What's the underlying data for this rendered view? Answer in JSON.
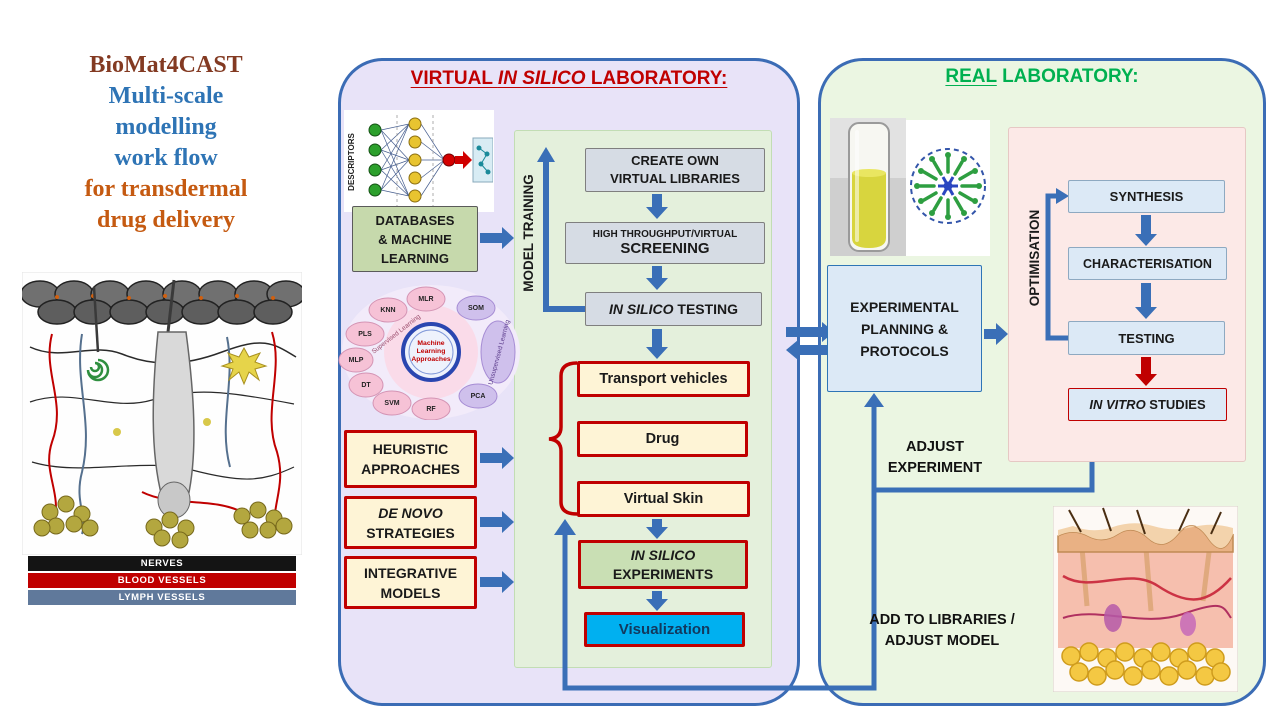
{
  "left_column": {
    "project_title": "BioMat4CAST",
    "subtitle_blue": [
      "Multi-scale",
      "modelling",
      "work flow"
    ],
    "subtitle_orange": [
      "for transdermal",
      "drug delivery"
    ],
    "skin_figure": {
      "image_name": "skin-cross-section-illustration",
      "bars": [
        {
          "label": "NERVES",
          "color": "#141414"
        },
        {
          "label": "BLOOD VESSELS",
          "color": "#C00000"
        },
        {
          "label": "LYMPH VESSELS",
          "color": "#60799B"
        }
      ]
    }
  },
  "virtual_lab": {
    "title": {
      "part1": "VIRTUAL ",
      "part2_italic": "IN SILICO",
      "part3": " LABORATORY:"
    },
    "descriptors_label": "DESCRIPTORS",
    "neural_network_figure": "descriptor-neural-network-illustration",
    "ml_figure": {
      "image_name": "machine-learning-approaches-diagram",
      "center_lines": [
        "Machine",
        "Learning",
        "Approaches"
      ],
      "supervised_label": "Supervised Learning",
      "unsupervised_label": "Unsupervised Learning",
      "methods": [
        "KNN",
        "MLR",
        "SOM",
        "PLS",
        "MLP",
        "DT",
        "SVM",
        "RF",
        "PCA"
      ]
    },
    "input_boxes": {
      "databases": [
        "DATABASES",
        "& MACHINE",
        "LEARNING"
      ],
      "heuristic": [
        "HEURISTIC",
        "APPROACHES"
      ],
      "denovo_italic": "DE NOVO",
      "denovo_line2": "STRATEGIES",
      "integrative": [
        "INTEGRATIVE",
        "MODELS"
      ]
    },
    "model_training_label": "MODEL TRAINING",
    "pipeline": {
      "create": [
        "CREATE OWN",
        "VIRTUAL LIBRARIES"
      ],
      "screening_line1": "HIGH THROUGHPUT/VIRTUAL",
      "screening_line2": "SCREENING",
      "testing_italic": "IN SILICO",
      "testing_rest": " TESTING",
      "transport": "Transport vehicles",
      "drug": "Drug",
      "virtual_skin": "Virtual Skin",
      "experiments_italic": "IN SILICO",
      "experiments_line2": "EXPERIMENTS",
      "visualization": "Visualization"
    }
  },
  "real_lab": {
    "title": {
      "underlined": "REAL",
      "rest": " LABORATORY:"
    },
    "vial_figure": "sample-vial-photo",
    "micelle_figure": "micelle-diagram",
    "planning_box": [
      "EXPERIMENTAL",
      "PLANNING &",
      "PROTOCOLS"
    ],
    "optimisation_label": "OPTIMISATION",
    "pipeline": {
      "synthesis": "SYNTHESIS",
      "characterisation": "CHARACTERISATION",
      "testing": "TESTING",
      "invitro_italic": "IN VITRO",
      "invitro_rest": " STUDIES"
    },
    "annotations": {
      "adjust_experiment": [
        "ADJUST",
        "EXPERIMENT"
      ],
      "add_to_libraries": [
        "ADD TO LIBRARIES /",
        "ADJUST MODEL"
      ]
    },
    "skin3d_figure": "skin-3d-illustration"
  },
  "colors": {
    "virtual_title": "#C00000",
    "real_title": "#00B050",
    "panel_border": "#3B6CB5",
    "virtual_panel_bg": "#E8E3F8",
    "virtual_inner_bg": "#E4F0DC",
    "real_panel_bg": "#EBF6E2",
    "real_inner_bg": "#FCE9E7",
    "arrow_blue": "#3A6FB7",
    "arrow_red": "#C00000",
    "gray_box": "#D6DCE4",
    "cream_box": "#FEF4D6",
    "green_box": "#C9DFB4",
    "blue_box": "#DCE9F6",
    "cyan_box": "#00B0F0",
    "left_title_maroon": "#833A22",
    "left_title_blue": "#2E74B5",
    "left_title_orange": "#C55A11"
  }
}
